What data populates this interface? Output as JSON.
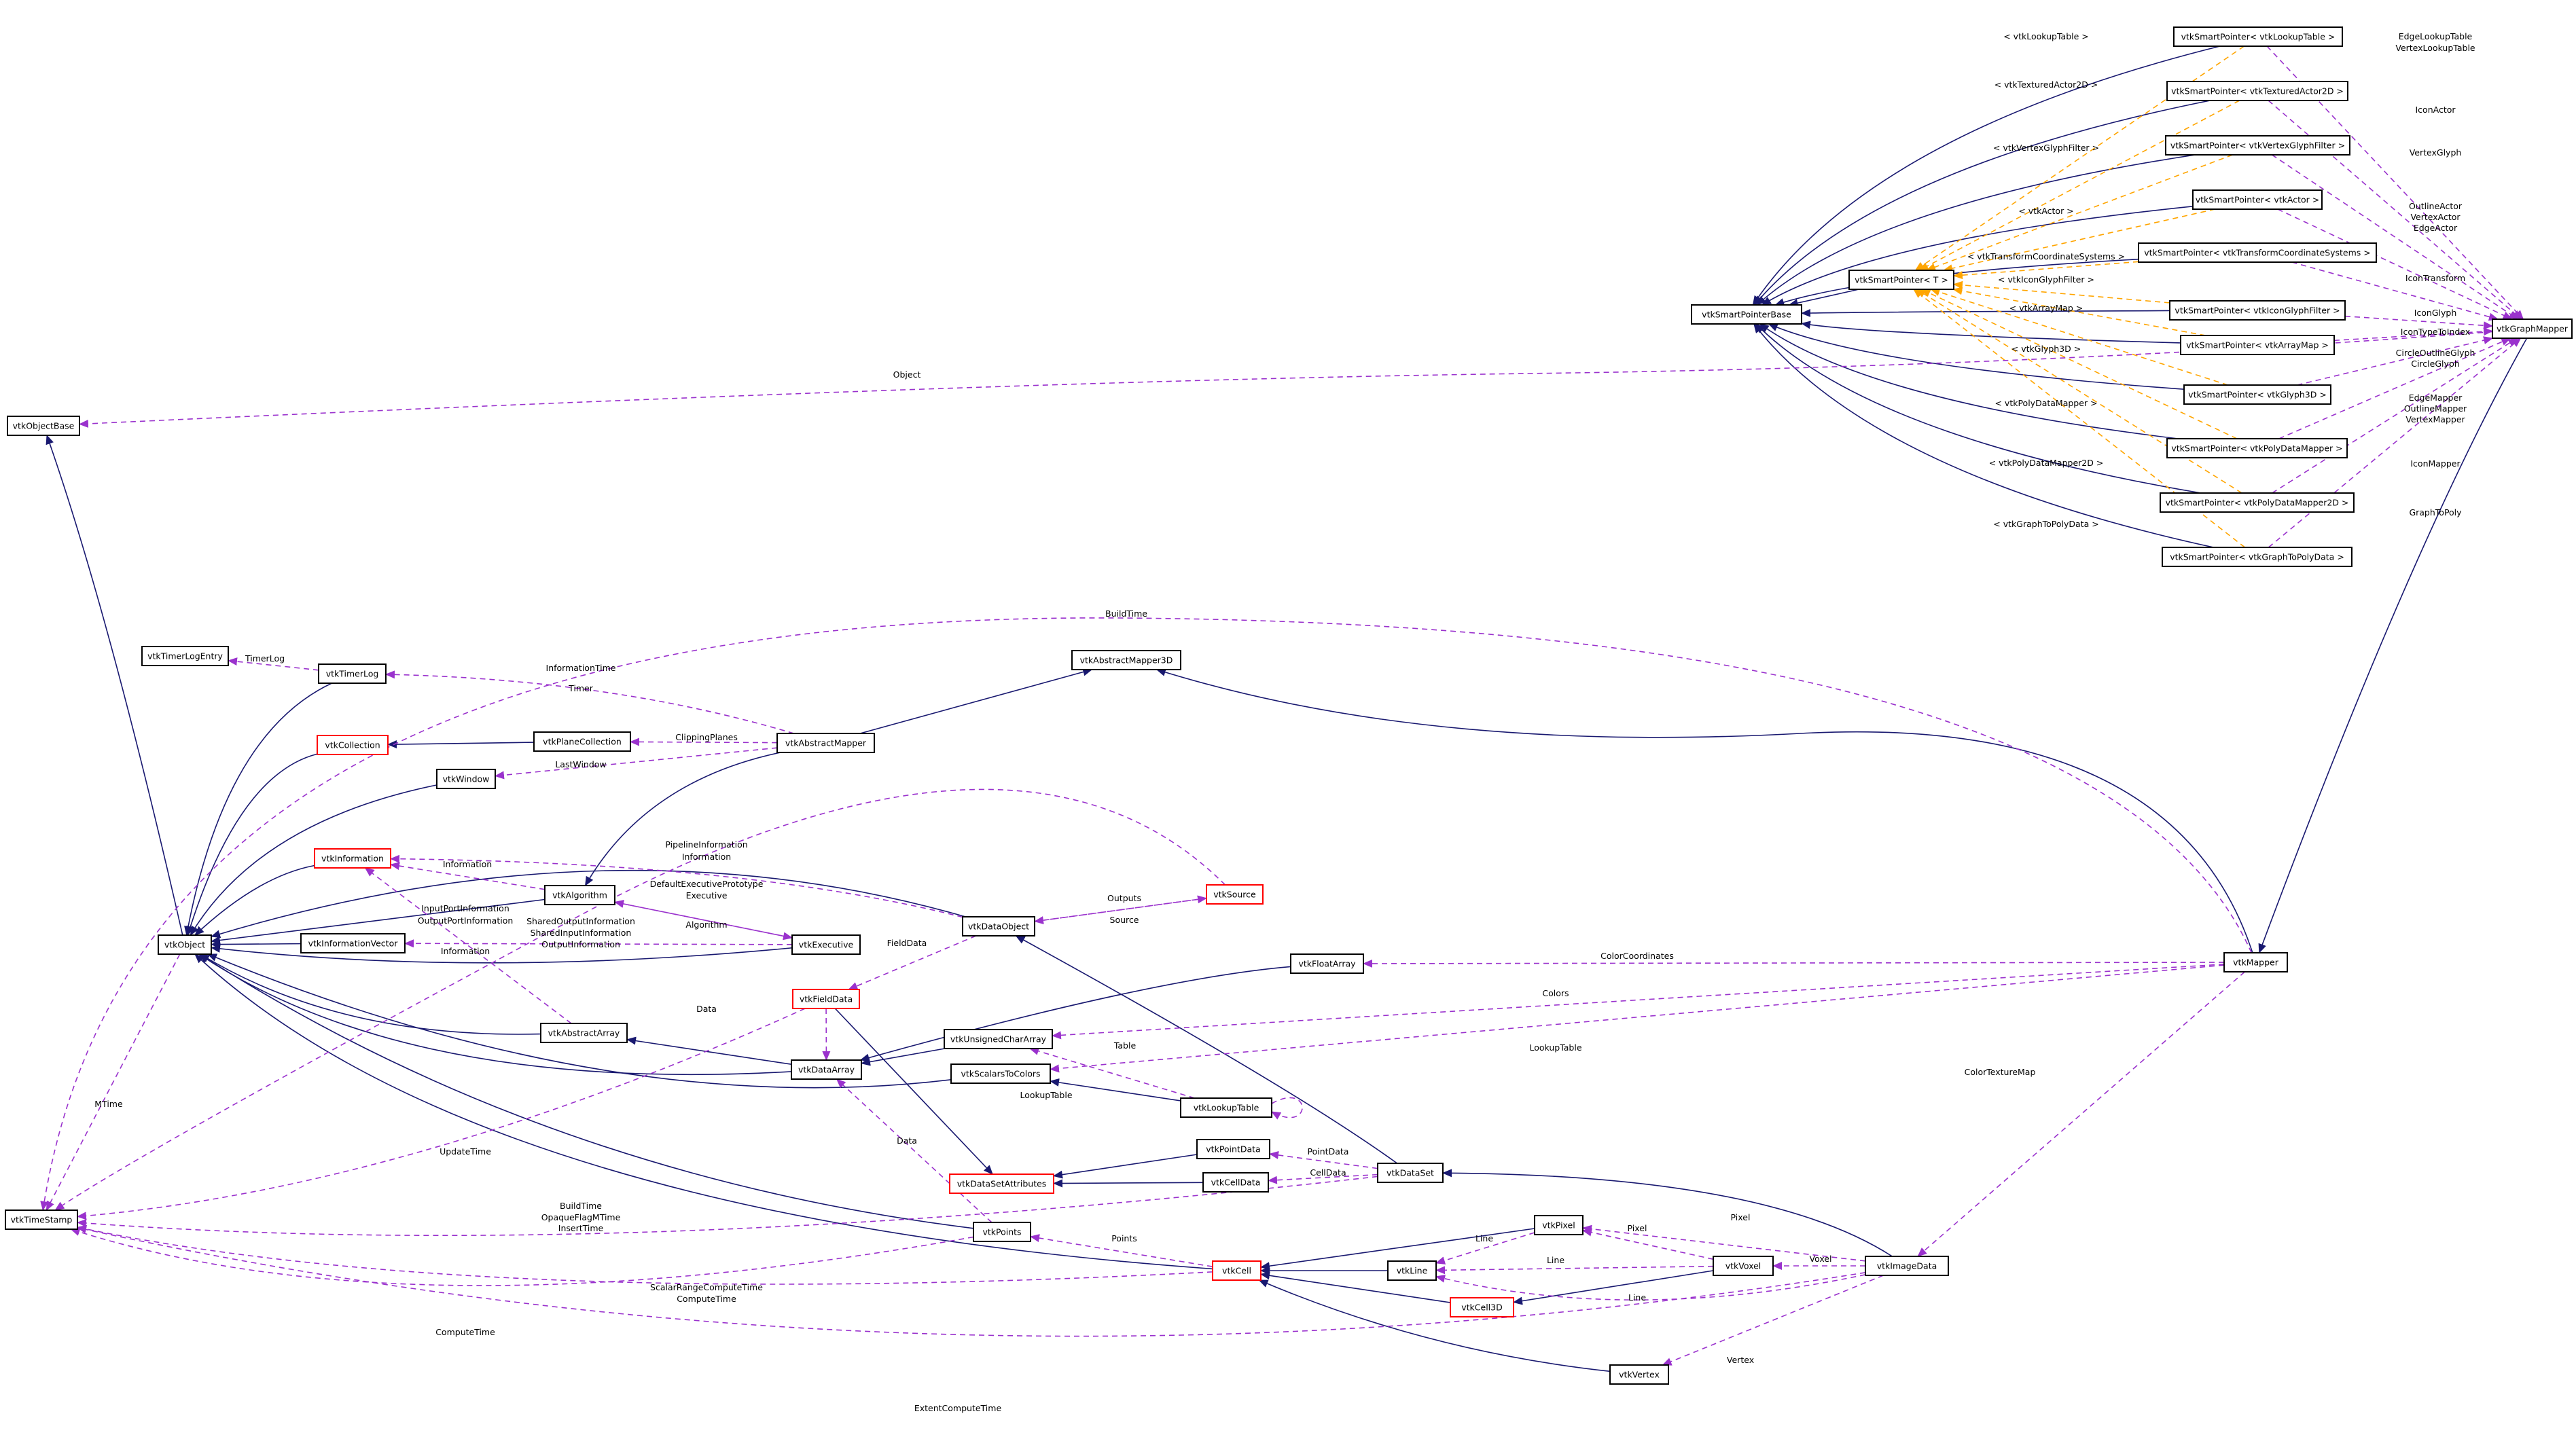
{
  "colors": {
    "node_border": "#000000",
    "node_border_truncated": "#ff0000",
    "highlight_fill": "#bfbfbf",
    "inheritance_edge": "#191970",
    "usage_edge": "#9a32cd",
    "template_edge": "#ffa500"
  },
  "nodes": [
    {
      "id": "ObjectBase",
      "label": "vtkObjectBase"
    },
    {
      "id": "Object",
      "label": "vtkObject"
    },
    {
      "id": "TimeStamp",
      "label": "vtkTimeStamp"
    },
    {
      "id": "TimerLogEntry",
      "label": "vtkTimerLogEntry"
    },
    {
      "id": "TimerLog",
      "label": "vtkTimerLog"
    },
    {
      "id": "Collection",
      "label": "vtkCollection",
      "truncated": true
    },
    {
      "id": "Window",
      "label": "vtkWindow"
    },
    {
      "id": "Information",
      "label": "vtkInformation",
      "truncated": true
    },
    {
      "id": "InformationVector",
      "label": "vtkInformationVector"
    },
    {
      "id": "PlaneCollection",
      "label": "vtkPlaneCollection"
    },
    {
      "id": "AbstractMapper",
      "label": "vtkAbstractMapper"
    },
    {
      "id": "AbstractMapper3D",
      "label": "vtkAbstractMapper3D"
    },
    {
      "id": "Algorithm",
      "label": "vtkAlgorithm"
    },
    {
      "id": "Executive",
      "label": "vtkExecutive"
    },
    {
      "id": "FieldData",
      "label": "vtkFieldData",
      "truncated": true
    },
    {
      "id": "AbstractArray",
      "label": "vtkAbstractArray"
    },
    {
      "id": "DataArray",
      "label": "vtkDataArray"
    },
    {
      "id": "DataObject",
      "label": "vtkDataObject"
    },
    {
      "id": "Source",
      "label": "vtkSource",
      "truncated": true
    },
    {
      "id": "FloatArray",
      "label": "vtkFloatArray"
    },
    {
      "id": "UnsignedCharArray",
      "label": "vtkUnsignedCharArray"
    },
    {
      "id": "ScalarsToColors",
      "label": "vtkScalarsToColors"
    },
    {
      "id": "LookupTable",
      "label": "vtkLookupTable"
    },
    {
      "id": "PointData",
      "label": "vtkPointData"
    },
    {
      "id": "CellData",
      "label": "vtkCellData"
    },
    {
      "id": "DataSetAttributes",
      "label": "vtkDataSetAttributes",
      "truncated": true
    },
    {
      "id": "DataSet",
      "label": "vtkDataSet"
    },
    {
      "id": "Points",
      "label": "vtkPoints"
    },
    {
      "id": "Cell",
      "label": "vtkCell",
      "truncated": true
    },
    {
      "id": "Pixel",
      "label": "vtkPixel"
    },
    {
      "id": "Line",
      "label": "vtkLine"
    },
    {
      "id": "Cell3D",
      "label": "vtkCell3D",
      "truncated": true
    },
    {
      "id": "Voxel",
      "label": "vtkVoxel"
    },
    {
      "id": "ImageData",
      "label": "vtkImageData"
    },
    {
      "id": "Vertex",
      "label": "vtkVertex"
    },
    {
      "id": "Mapper",
      "label": "vtkMapper"
    },
    {
      "id": "GraphMapper",
      "label": "vtkGraphMapper",
      "highlight": true
    },
    {
      "id": "SmartPointerBase",
      "label": "vtkSmartPointerBase"
    },
    {
      "id": "SmartPointerT",
      "label": "vtkSmartPointer< T >"
    },
    {
      "id": "SPLookupTable",
      "label": "vtkSmartPointer< vtkLookupTable >"
    },
    {
      "id": "SPTexturedActor2D",
      "label": "vtkSmartPointer< vtkTexturedActor2D >"
    },
    {
      "id": "SPVertexGlyphFilter",
      "label": "vtkSmartPointer< vtkVertexGlyphFilter >"
    },
    {
      "id": "SPActor",
      "label": "vtkSmartPointer< vtkActor >"
    },
    {
      "id": "SPTransformCoordinateSystems",
      "label": "vtkSmartPointer< vtkTransformCoordinateSystems >"
    },
    {
      "id": "SPIconGlyphFilter",
      "label": "vtkSmartPointer< vtkIconGlyphFilter >"
    },
    {
      "id": "SPArrayMap",
      "label": "vtkSmartPointer< vtkArrayMap >"
    },
    {
      "id": "SPGlyph3D",
      "label": "vtkSmartPointer< vtkGlyph3D >"
    },
    {
      "id": "SPPolyDataMapper",
      "label": "vtkSmartPointer< vtkPolyDataMapper >"
    },
    {
      "id": "SPPolyDataMapper2D",
      "label": "vtkSmartPointer< vtkPolyDataMapper2D >"
    },
    {
      "id": "SPGraphToPolyData",
      "label": "vtkSmartPointer< vtkGraphToPolyData >"
    }
  ],
  "edge_labels": [
    {
      "id": "e-object",
      "text": "Object"
    },
    {
      "id": "e-buildtime",
      "text": "BuildTime"
    },
    {
      "id": "e-timerlog",
      "text": "TimerLog"
    },
    {
      "id": "e-informationtime",
      "text": "InformationTime"
    },
    {
      "id": "e-timer",
      "text": "Timer"
    },
    {
      "id": "e-clippingplanes",
      "text": "ClippingPlanes"
    },
    {
      "id": "e-lastwindow",
      "text": "LastWindow"
    },
    {
      "id": "e-pipelineinformation",
      "text": "PipelineInformation"
    },
    {
      "id": "e-information-do",
      "text": "Information"
    },
    {
      "id": "e-information-alg",
      "text": "Information"
    },
    {
      "id": "e-defaultexecutiveprototype",
      "text": "DefaultExecutivePrototype"
    },
    {
      "id": "e-executive",
      "text": "Executive"
    },
    {
      "id": "e-inputportinformation",
      "text": "InputPortInformation"
    },
    {
      "id": "e-outputportinformation",
      "text": "OutputPortInformation"
    },
    {
      "id": "e-sharedoutputinformation",
      "text": "SharedOutputInformation"
    },
    {
      "id": "e-sharedinputinformation",
      "text": "SharedInputInformation"
    },
    {
      "id": "e-outputinformation",
      "text": "OutputInformation"
    },
    {
      "id": "e-algorithm",
      "text": "Algorithm"
    },
    {
      "id": "e-outputs",
      "text": "Outputs"
    },
    {
      "id": "e-source",
      "text": "Source"
    },
    {
      "id": "e-fielddata",
      "text": "FieldData"
    },
    {
      "id": "e-information-aa",
      "text": "Information"
    },
    {
      "id": "e-data-aa",
      "text": "Data"
    },
    {
      "id": "e-mtime",
      "text": "MTime"
    },
    {
      "id": "e-colorcoordinates",
      "text": "ColorCoordinates"
    },
    {
      "id": "e-colors",
      "text": "Colors"
    },
    {
      "id": "e-table",
      "text": "Table"
    },
    {
      "id": "e-lookuptable-m",
      "text": "LookupTable"
    },
    {
      "id": "e-lookuptable-lt",
      "text": "LookupTable"
    },
    {
      "id": "e-colortexturemap",
      "text": "ColorTextureMap"
    },
    {
      "id": "e-updatetime",
      "text": "UpdateTime"
    },
    {
      "id": "e-data-pts",
      "text": "Data"
    },
    {
      "id": "e-pointdata",
      "text": "PointData"
    },
    {
      "id": "e-celldata",
      "text": "CellData"
    },
    {
      "id": "e-buildtime2",
      "text": "BuildTime"
    },
    {
      "id": "e-opaqueflagmtime",
      "text": "OpaqueFlagMTime"
    },
    {
      "id": "e-inserttime",
      "text": "InsertTime"
    },
    {
      "id": "e-points",
      "text": "Points"
    },
    {
      "id": "e-pixel-id",
      "text": "Pixel"
    },
    {
      "id": "e-pixel-vx",
      "text": "Pixel"
    },
    {
      "id": "e-line-px",
      "text": "Line"
    },
    {
      "id": "e-line-vx",
      "text": "Line"
    },
    {
      "id": "e-voxel",
      "text": "Voxel"
    },
    {
      "id": "e-line-id",
      "text": "Line"
    },
    {
      "id": "e-scalarrangecomputetime",
      "text": "ScalarRangeComputeTime"
    },
    {
      "id": "e-computetime",
      "text": "ComputeTime"
    },
    {
      "id": "e-computetime2",
      "text": "ComputeTime"
    },
    {
      "id": "e-vertex",
      "text": "Vertex"
    },
    {
      "id": "e-extentcomputetime",
      "text": "ExtentComputeTime"
    },
    {
      "id": "t-lookuptable",
      "text": "< vtkLookupTable >"
    },
    {
      "id": "t-texturedactor2d",
      "text": "< vtkTexturedActor2D >"
    },
    {
      "id": "t-vertexglyphfilter",
      "text": "< vtkVertexGlyphFilter >"
    },
    {
      "id": "t-actor",
      "text": "< vtkActor >"
    },
    {
      "id": "t-transformcoordinatesystems",
      "text": "< vtkTransformCoordinateSystems >"
    },
    {
      "id": "t-iconglyphfilter",
      "text": "< vtkIconGlyphFilter >"
    },
    {
      "id": "t-arraymap",
      "text": "< vtkArrayMap >"
    },
    {
      "id": "t-glyph3d",
      "text": "< vtkGlyph3D >"
    },
    {
      "id": "t-polydatamapper",
      "text": "< vtkPolyDataMapper >"
    },
    {
      "id": "t-polydatamapper2d",
      "text": "< vtkPolyDataMapper2D >"
    },
    {
      "id": "t-graphtopolydata",
      "text": "< vtkGraphToPolyData >"
    },
    {
      "id": "g-edgelookuptable",
      "text": "EdgeLookupTable"
    },
    {
      "id": "g-vertexlookuptable",
      "text": "VertexLookupTable"
    },
    {
      "id": "g-iconactor",
      "text": "IconActor"
    },
    {
      "id": "g-vertexglyph",
      "text": "VertexGlyph"
    },
    {
      "id": "g-outlineactor",
      "text": "OutlineActor"
    },
    {
      "id": "g-vertexactor",
      "text": "VertexActor"
    },
    {
      "id": "g-edgeactor",
      "text": "EdgeActor"
    },
    {
      "id": "g-icontransform",
      "text": "IconTransform"
    },
    {
      "id": "g-iconglyph",
      "text": "IconGlyph"
    },
    {
      "id": "g-icontypetoindex",
      "text": "IconTypeToIndex"
    },
    {
      "id": "g-circleoutlineglyph",
      "text": "CircleOutlineGlyph"
    },
    {
      "id": "g-circleglyph",
      "text": "CircleGlyph"
    },
    {
      "id": "g-edgemapper",
      "text": "EdgeMapper"
    },
    {
      "id": "g-outlinemapper",
      "text": "OutlineMapper"
    },
    {
      "id": "g-vertexmapper",
      "text": "VertexMapper"
    },
    {
      "id": "g-iconmapper",
      "text": "IconMapper"
    },
    {
      "id": "g-graphtopoly",
      "text": "GraphToPoly"
    }
  ]
}
